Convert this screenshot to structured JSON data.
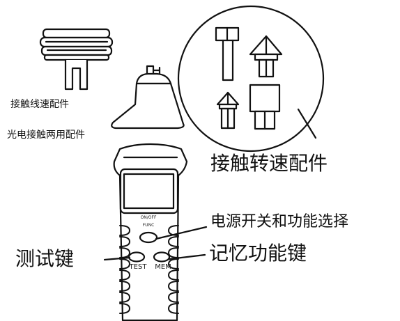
{
  "labels": {
    "line_speed_accessory": "接触线速配件",
    "photo_contact_dual_accessory": "光电接触两用配件",
    "contact_rpm_accessory": "接触转速配件",
    "power_function_select": "电源开关和功能选择",
    "test_key": "测试键",
    "memory_function_key": "记忆功能键"
  },
  "device_text": {
    "on_off": "ON/OFF",
    "func": "FUNC",
    "test": "TEST",
    "mem": "MEM"
  },
  "colors": {
    "line": "#111111",
    "background": "#ffffff"
  }
}
